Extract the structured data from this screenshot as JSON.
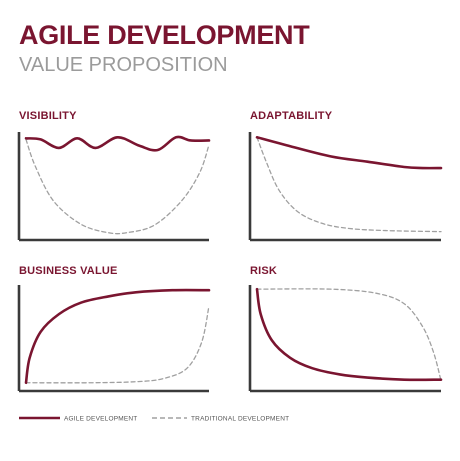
{
  "header": {
    "title": "AGILE DEVELOPMENT",
    "subtitle": "VALUE PROPOSITION"
  },
  "colors": {
    "agile": "#7a1530",
    "traditional": "#a0a0a0",
    "axis": "#3a3a3a"
  },
  "legend": {
    "agile_label": "AGILE DEVELOPMENT",
    "traditional_label": "TRADITIONAL DEVELOPMENT"
  },
  "chart_data": [
    {
      "type": "line",
      "title": "VISIBILITY",
      "xlim": [
        0,
        1
      ],
      "ylim": [
        0,
        1
      ],
      "series": [
        {
          "name": "AGILE DEVELOPMENT",
          "style": "solid",
          "x": [
            0,
            0.08,
            0.18,
            0.28,
            0.38,
            0.5,
            0.62,
            0.72,
            0.82,
            0.9,
            1.0
          ],
          "y": [
            0.94,
            0.93,
            0.85,
            0.94,
            0.85,
            0.95,
            0.87,
            0.83,
            0.95,
            0.92,
            0.92
          ]
        },
        {
          "name": "TRADITIONAL DEVELOPMENT",
          "style": "dashed",
          "x": [
            0,
            0.05,
            0.15,
            0.3,
            0.45,
            0.55,
            0.7,
            0.85,
            0.95,
            1.0
          ],
          "y": [
            0.93,
            0.68,
            0.35,
            0.13,
            0.05,
            0.05,
            0.12,
            0.35,
            0.62,
            0.88
          ]
        }
      ]
    },
    {
      "type": "line",
      "title": "ADAPTABILITY",
      "xlim": [
        0,
        1
      ],
      "ylim": [
        0,
        1
      ],
      "series": [
        {
          "name": "AGILE DEVELOPMENT",
          "style": "solid",
          "x": [
            0,
            0.15,
            0.4,
            0.6,
            0.8,
            0.9,
            1.0
          ],
          "y": [
            0.95,
            0.88,
            0.77,
            0.72,
            0.67,
            0.66,
            0.66
          ]
        },
        {
          "name": "TRADITIONAL DEVELOPMENT",
          "style": "dashed",
          "x": [
            0,
            0.05,
            0.12,
            0.22,
            0.35,
            0.5,
            0.7,
            1.0
          ],
          "y": [
            0.95,
            0.72,
            0.45,
            0.25,
            0.14,
            0.09,
            0.07,
            0.06
          ]
        }
      ]
    },
    {
      "type": "line",
      "title": "BUSINESS VALUE",
      "xlim": [
        0,
        1
      ],
      "ylim": [
        0,
        1
      ],
      "series": [
        {
          "name": "AGILE DEVELOPMENT",
          "style": "solid",
          "x": [
            0,
            0.02,
            0.08,
            0.18,
            0.3,
            0.45,
            0.6,
            0.8,
            1.0
          ],
          "y": [
            0.06,
            0.3,
            0.55,
            0.72,
            0.83,
            0.89,
            0.93,
            0.95,
            0.95
          ]
        },
        {
          "name": "TRADITIONAL DEVELOPMENT",
          "style": "dashed",
          "x": [
            0,
            0.35,
            0.6,
            0.75,
            0.88,
            0.96,
            1.0
          ],
          "y": [
            0.06,
            0.06,
            0.07,
            0.1,
            0.2,
            0.45,
            0.8
          ]
        }
      ]
    },
    {
      "type": "line",
      "title": "RISK",
      "xlim": [
        0,
        1
      ],
      "ylim": [
        0,
        1
      ],
      "series": [
        {
          "name": "AGILE DEVELOPMENT",
          "style": "solid",
          "x": [
            0,
            0.02,
            0.08,
            0.18,
            0.3,
            0.45,
            0.6,
            0.8,
            1.0
          ],
          "y": [
            0.96,
            0.72,
            0.47,
            0.3,
            0.2,
            0.14,
            0.11,
            0.09,
            0.09
          ]
        },
        {
          "name": "TRADITIONAL DEVELOPMENT",
          "style": "dashed",
          "x": [
            0,
            0.4,
            0.65,
            0.8,
            0.9,
            0.96,
            1.0
          ],
          "y": [
            0.96,
            0.96,
            0.92,
            0.82,
            0.6,
            0.35,
            0.08
          ]
        }
      ]
    }
  ]
}
